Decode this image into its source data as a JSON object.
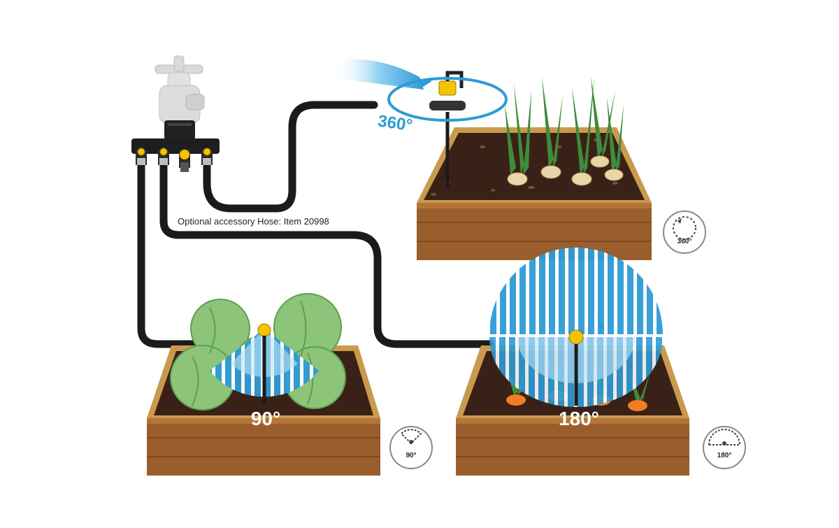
{
  "hose_note": "Optional accessory Hose: Item 20998",
  "beds": {
    "full_circle": {
      "spray_angle": "360°",
      "badge_angle": "360°"
    },
    "quarter": {
      "spray_angle": "90°",
      "badge_angle": "90°"
    },
    "half": {
      "spray_angle": "180°",
      "badge_angle": "180°"
    }
  },
  "colors": {
    "hose": "#1b1b1b",
    "soil": "#3a2117",
    "wood_top": "#c99a4e",
    "wood_side": "#9a5d2c",
    "spray_blue": "#2e9bd6",
    "spray_light": "#bfe3f7",
    "sprinkler_yellow": "#f5c400",
    "tap_grey": "#d9d9d9",
    "cabbage_green": "#8cc47a",
    "leaf_green": "#3f8b3a",
    "carrot_orange": "#ef7d22"
  }
}
